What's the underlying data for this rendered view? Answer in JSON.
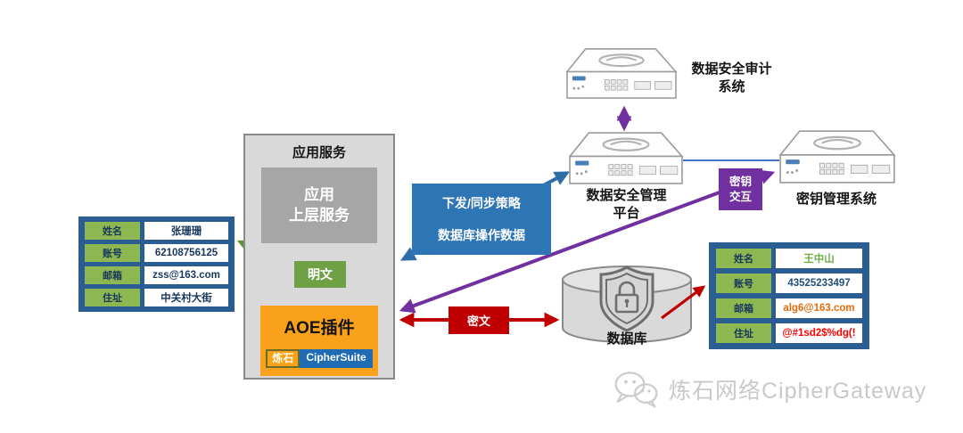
{
  "nodes": {
    "audit_system": {
      "line1": "数据安全审计",
      "line2": "系统"
    },
    "mgmt_platform": {
      "line1": "数据安全管理",
      "line2": "平台"
    },
    "key_system": {
      "label": "密钥管理系统"
    },
    "database": {
      "label": "数据库"
    },
    "app_service": {
      "title": "应用服务",
      "upper_line1": "应用",
      "upper_line2": "上层服务",
      "plaintext_label": "明文",
      "aoe_label": "AOE插件",
      "brand_cn": "炼石",
      "brand_en": "CipherSuite"
    }
  },
  "connectors": {
    "policy_line1": "下发/同步策略",
    "policy_line2": "数据库操作数据",
    "ciphertext_label": "密文",
    "key_exchange_line1": "密钥",
    "key_exchange_line2": "交互"
  },
  "left_table": {
    "rows": [
      {
        "label": "姓名",
        "value": "张珊珊",
        "value_color": "#17375e"
      },
      {
        "label": "账号",
        "value": "62108756125",
        "value_color": "#17375e"
      },
      {
        "label": "邮箱",
        "value": "zss@163.com",
        "value_color": "#17375e"
      },
      {
        "label": "住址",
        "value": "中关村大街",
        "value_color": "#17375e"
      }
    ]
  },
  "right_table": {
    "rows": [
      {
        "label": "姓名",
        "value": "王中山",
        "value_color": "#70ad47"
      },
      {
        "label": "账号",
        "value": "43525233497",
        "value_color": "#1f4e79"
      },
      {
        "label": "邮箱",
        "value": "alg6@163.com",
        "value_color": "#e36c0a"
      },
      {
        "label": "住址",
        "value": "@#1sd2$%dg(!",
        "value_color": "#ff0000"
      }
    ]
  },
  "watermark": {
    "text": "炼石网络CipherGateway"
  },
  "colors": {
    "table_bg": "#2a5e93",
    "field_label_bg": "#8db750",
    "policy_box": "#2e75b6",
    "ciphertext_box": "#c00000",
    "key_exchange_box": "#7030a0",
    "aoe_box": "#f9a11b",
    "plaintext_box": "#6fa045",
    "app_box_bg": "#d9d9d9",
    "upper_service_bg": "#a6a6a6",
    "blue_arrow": "#2e6da8",
    "purple_arrow": "#7030a0",
    "red_arrow": "#c00000",
    "green_arrow": "#5e9732"
  }
}
